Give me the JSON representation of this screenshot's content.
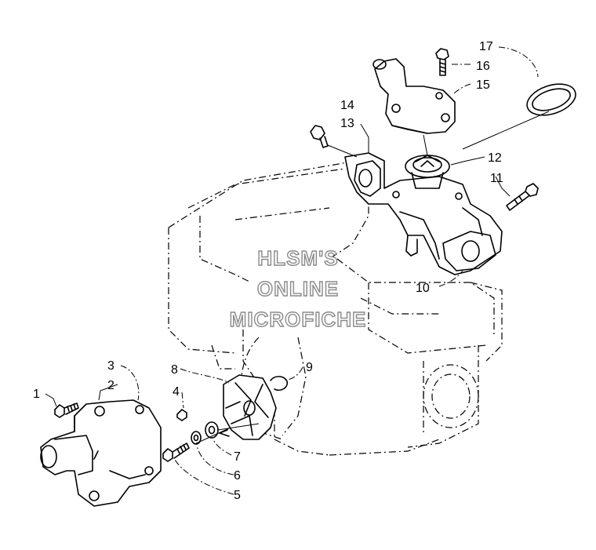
{
  "watermark": {
    "line1": "HLSM'S",
    "line2": "ONLINE",
    "line3": "MICROFICHE"
  },
  "callouts": {
    "c1": "1",
    "c2": "2",
    "c3": "3",
    "c4": "4",
    "c5": "5",
    "c6": "6",
    "c7": "7",
    "c8": "8",
    "c9": "9",
    "c10": "10",
    "c11": "11",
    "c12": "12",
    "c13": "13",
    "c14": "14",
    "c15": "15",
    "c16": "16",
    "c17": "17"
  }
}
